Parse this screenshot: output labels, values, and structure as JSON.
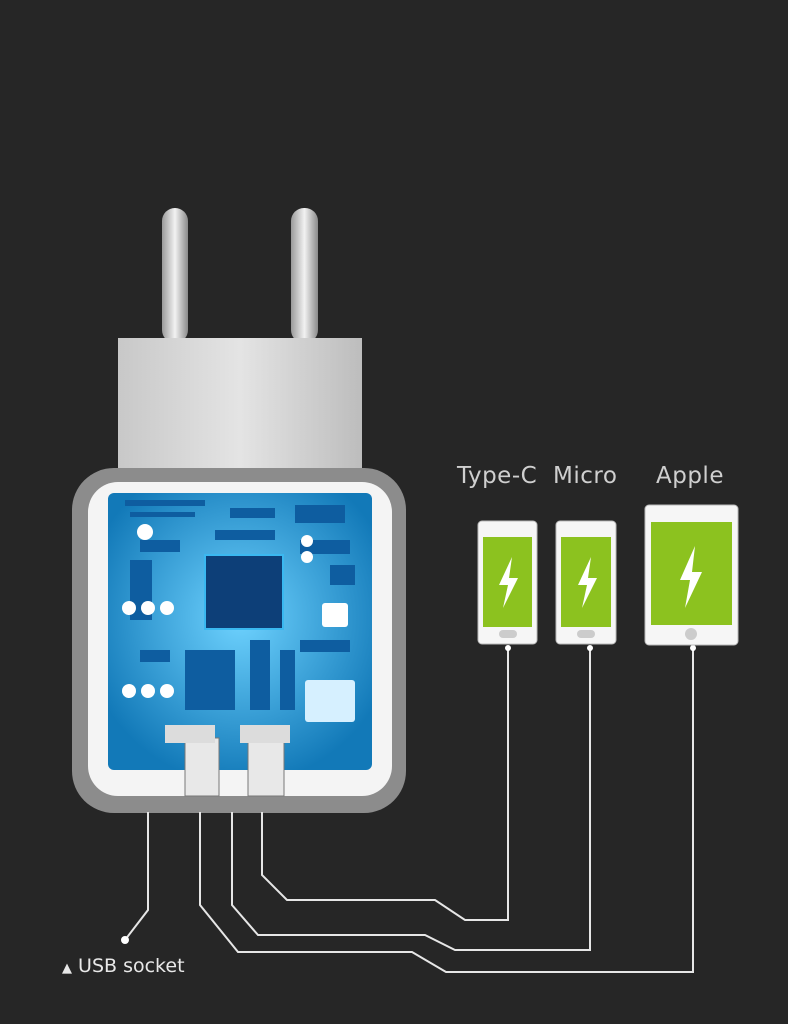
{
  "labels": {
    "type_c": "Type-C",
    "micro": "Micro",
    "apple": "Apple",
    "usb_socket": "USB socket",
    "usb_marker": "▲"
  },
  "colors": {
    "background": "#262626",
    "pcb": "#1a9ee0",
    "screen": "#8cc21f",
    "line": "#e6e6e6"
  }
}
